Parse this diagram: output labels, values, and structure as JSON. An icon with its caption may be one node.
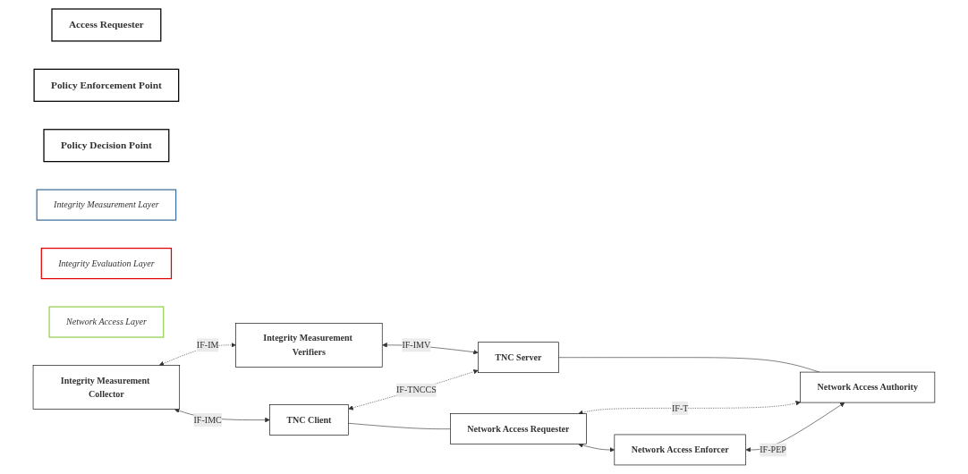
{
  "diagram": {
    "nodes": [
      {
        "text": [
          "Access Requester"
        ]
      },
      {
        "text": [
          "Policy Enforcement Point"
        ]
      },
      {
        "text": [
          "Policy Decision Point"
        ]
      },
      {
        "text": [
          "Integrity Measurement Layer"
        ]
      },
      {
        "text": [
          "Integrity Evaluation Layer"
        ]
      },
      {
        "text": [
          "Network Access Layer"
        ]
      },
      {
        "text": [
          "Integrity Measurement Collector"
        ]
      },
      {
        "text": [
          "Integrity Measurement Verifiers"
        ]
      },
      {
        "text": [
          "TNC Client"
        ]
      },
      {
        "text": [
          "TNC Server"
        ]
      },
      {
        "text": [
          "Network Access Requester"
        ]
      },
      {
        "text": [
          "Network Access Enforcer"
        ]
      },
      {
        "text": [
          "Network Access Authority"
        ]
      }
    ],
    "edges": [
      {
        "from": 6,
        "to": 7,
        "arrow": "both",
        "style": "dashed",
        "label": "IF-IM"
      },
      {
        "from": 6,
        "to": 8,
        "arrow": "both",
        "label": "IF-IMC"
      },
      {
        "from": 7,
        "to": 9,
        "arrow": "both",
        "label": "IF-IMV"
      },
      {
        "from": 8,
        "to": 9,
        "arrow": "both",
        "style": "dashed",
        "label": "IF-TNCCS"
      },
      {
        "from": 8,
        "to": 10,
        "arrow": "none"
      },
      {
        "from": 9,
        "to": 12,
        "arrow": "none"
      },
      {
        "from": 10,
        "to": 12,
        "arrow": "both",
        "style": "dashed",
        "label": "IF-T"
      },
      {
        "from": 10,
        "to": 11,
        "arrow": "both"
      },
      {
        "from": 11,
        "to": 12,
        "arrow": "both",
        "label": "IF-PEP"
      }
    ]
  }
}
